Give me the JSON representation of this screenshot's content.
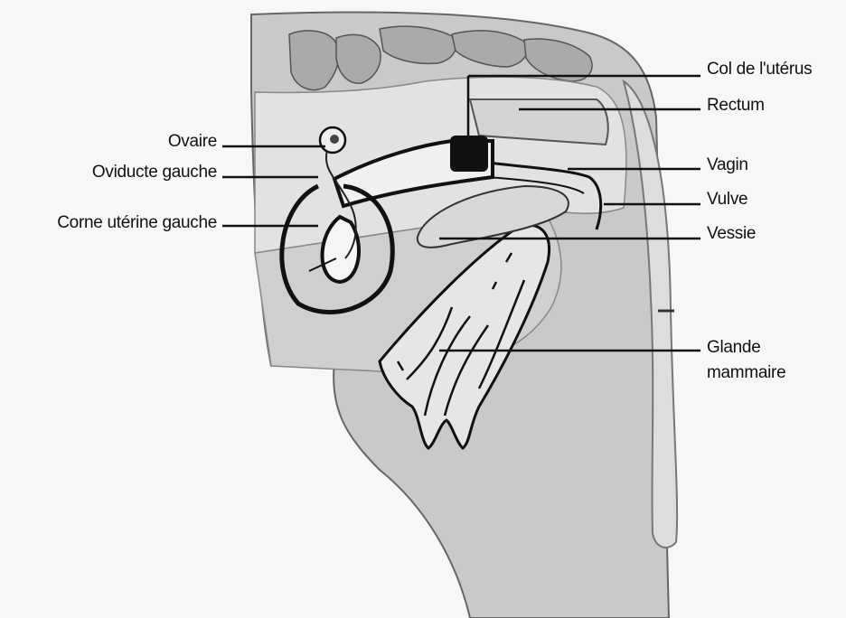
{
  "labels": {
    "ovaire": "Ovaire",
    "oviducte_gauche": "Oviducte gauche",
    "corne_uterine_gauche": "Corne utérine gauche",
    "col_uterus": "Col de l'utérus",
    "rectum": "Rectum",
    "vagin": "Vagin",
    "vulve": "Vulve",
    "vessie": "Vessie",
    "glande_mammaire_line1": "Glande",
    "glande_mammaire_line2": "mammaire"
  },
  "colors": {
    "background": "#f7f7f5",
    "tissue_gray": "#c9c9c9",
    "tissue_light": "#e2e2e0",
    "outline": "#111111"
  }
}
